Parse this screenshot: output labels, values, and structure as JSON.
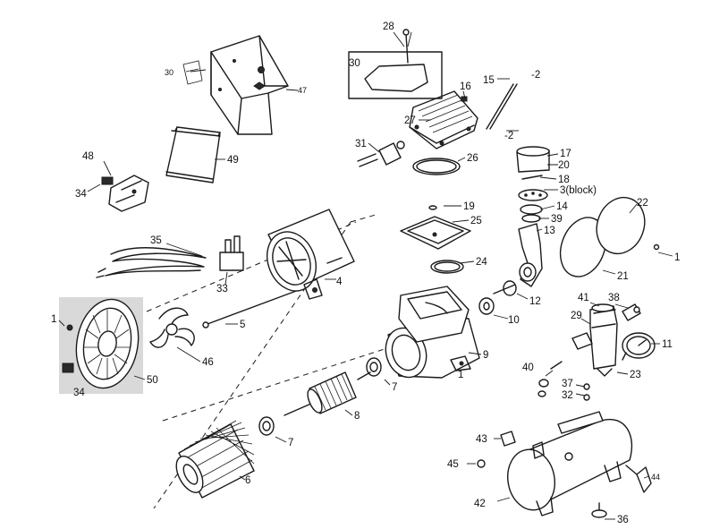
{
  "callouts": {
    "c1a": "1",
    "c1b": "1",
    "c1c": "1",
    "c2a": "-2",
    "c2b": "-2",
    "c3": "3(block)",
    "c4": "4",
    "c5": "5",
    "c6": "6",
    "c7a": "7",
    "c7b": "7",
    "c8": "8",
    "c9": "9",
    "c10": "10",
    "c11": "11",
    "c12": "12",
    "c13": "13",
    "c14": "14",
    "c15": "15",
    "c16": "16",
    "c17": "17",
    "c18": "18",
    "c19": "19",
    "c20": "20",
    "c21": "21",
    "c22": "22",
    "c23": "23",
    "c24": "24",
    "c25": "25",
    "c26": "26",
    "c27": "27",
    "c28": "28",
    "c29": "29",
    "c30a": "30",
    "c30b": "30",
    "c31": "31",
    "c32": "32",
    "c33": "33",
    "c34a": "34",
    "c34b": "34",
    "c35": "35",
    "c36": "36",
    "c37": "37",
    "c38": "38",
    "c39": "39",
    "c40": "40",
    "c41": "41",
    "c42": "42",
    "c43": "43",
    "c44": "44",
    "c45": "45",
    "c46": "46",
    "c47": "47",
    "c48": "48",
    "c49": "49",
    "c50": "50"
  }
}
